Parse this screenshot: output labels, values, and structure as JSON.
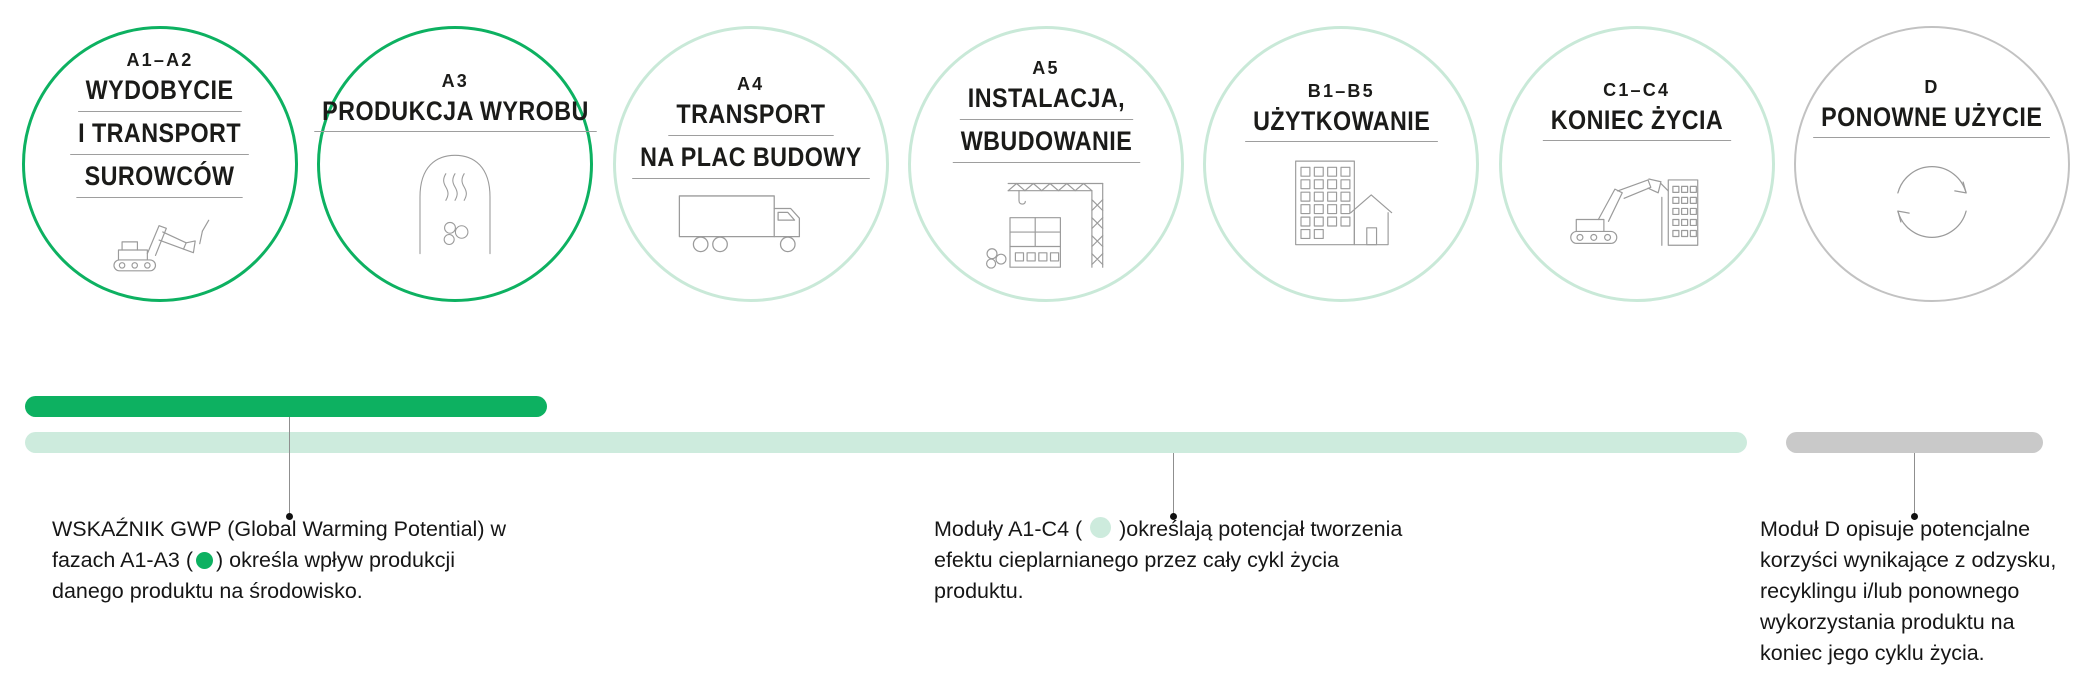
{
  "colors": {
    "green": "#0db161",
    "mint": "#cdebdd",
    "mint_ring": "#c9e9d8",
    "bar_gray": "#c9c9c9",
    "ring_gray": "#c2c2c2",
    "underline": "#9e9e9e",
    "icon_stroke": "#9b9b9b",
    "text_dark": "#1b1b19",
    "connector": "#8f8f8f"
  },
  "stages": [
    {
      "code": "A1–A2",
      "lines": [
        "WYDOBYCIE",
        "I TRANSPORT",
        "SUROWCÓW"
      ],
      "icon": "excavator-icon",
      "ring": "green"
    },
    {
      "code": "A3",
      "lines": [
        "PRODUKCJA WYROBU"
      ],
      "icon": "kiln-icon",
      "ring": "green"
    },
    {
      "code": "A4",
      "lines": [
        "TRANSPORT",
        "NA PLAC BUDOWY"
      ],
      "icon": "truck-icon",
      "ring": "mint"
    },
    {
      "code": "A5",
      "lines": [
        "INSTALACJA,",
        "WBUDOWANIE"
      ],
      "icon": "crane-icon",
      "ring": "mint"
    },
    {
      "code": "B1–B5",
      "lines": [
        "UŻYTKOWANIE"
      ],
      "icon": "buildings-icon",
      "ring": "mint"
    },
    {
      "code": "C1–C4",
      "lines": [
        "KONIEC ŻYCIA"
      ],
      "icon": "demolition-icon",
      "ring": "mint"
    },
    {
      "code": "D",
      "lines": [
        "PONOWNE UŻYCIE"
      ],
      "icon": "recycle-icon",
      "ring": "gray"
    }
  ],
  "timeline": {
    "gwp_bar": {
      "label": "A1-A3",
      "color": "#0db161"
    },
    "full_bar": {
      "label": "A1-C4",
      "color": "#cdebdd"
    },
    "module_d_bar": {
      "label": "D",
      "color": "#c9c9c9"
    }
  },
  "notes": [
    {
      "before": "WSKAŹNIK GWP (Global Warming Potential) w fazach A1-A3 (",
      "dot": "green",
      "after": ") określa wpływ produkcji danego produktu na środowisko."
    },
    {
      "before": "Moduły A1-C4 ( ",
      "dot": "mint",
      "after": " )określają potencjał tworzenia efektu cieplarnianego przez cały cykl życia produktu."
    },
    {
      "text": "Moduł D opisuje potencjalne korzyści wynikające z odzysku, recyklingu i/lub ponownego wykorzystania produktu na koniec jego cyklu życia."
    }
  ]
}
